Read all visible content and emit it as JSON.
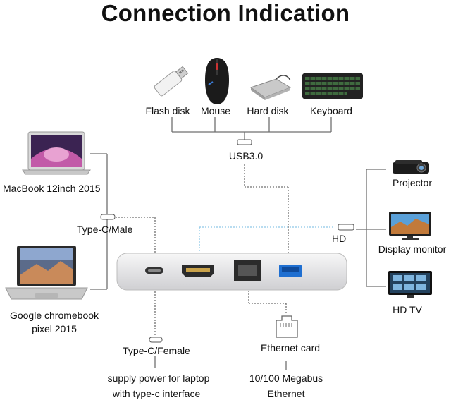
{
  "title": "Connection Indication",
  "top_devices": [
    {
      "label": "Flash disk",
      "icon": "flash-disk-icon"
    },
    {
      "label": "Mouse",
      "icon": "mouse-icon"
    },
    {
      "label": "Hard disk",
      "icon": "hard-disk-icon"
    },
    {
      "label": "Keyboard",
      "icon": "keyboard-icon"
    }
  ],
  "usb_label": "USB3.0",
  "laptops": [
    {
      "label": "MacBook 12inch 2015",
      "icon": "macbook-laptop-icon"
    },
    {
      "label_lines": [
        "Google chromebook",
        "pixel 2015"
      ],
      "icon": "chromebook-laptop-icon"
    }
  ],
  "typec_male_label": "Type-C/Male",
  "typec_female_label": "Type-C/Female",
  "power_note_lines": [
    "supply power for laptop",
    "with type-c interface"
  ],
  "ethernet_card_label": "Ethernet card",
  "ethernet_note_lines": [
    "10/100 Megabus",
    "Ethernet"
  ],
  "hdmi_label": "HD",
  "right_devices": [
    {
      "label": "Projector",
      "icon": "projector-icon"
    },
    {
      "label": "Display monitor",
      "icon": "display-monitor-icon"
    },
    {
      "label": "HD TV",
      "icon": "hd-tv-icon"
    }
  ],
  "colors": {
    "line": "#6f6f6f",
    "dotted": "#8ec8e8",
    "hub": "#e9e9ea",
    "usb_port": "#1f6fd1"
  }
}
